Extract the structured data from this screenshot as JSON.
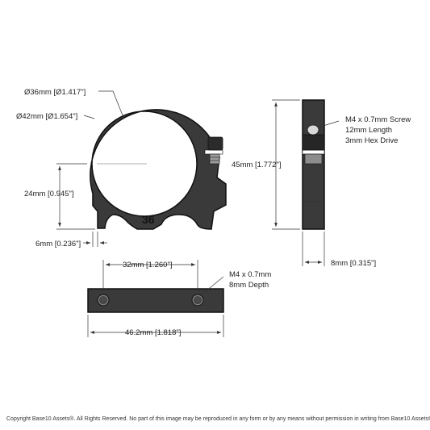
{
  "part_label": "36",
  "dimensions": {
    "inner_diameter": "Ø36mm [Ø1.417\"]",
    "outer_diameter": "Ø42mm [Ø1.654\"]",
    "center_height": "24mm [0.945\"]",
    "base_ledge": "6mm [0.236\"]",
    "total_height": "45mm [1.772\"]",
    "thickness": "8mm [0.315\"]",
    "hole_spacing": "32mm [1.260\"]",
    "total_width": "46.2mm [1.818\"]"
  },
  "callouts": {
    "clamp_screw": [
      "M4 x 0.7mm Screw",
      "12mm Length",
      "3mm Hex Drive"
    ],
    "mount_holes": [
      "M4 x 0.7mm",
      "8mm Depth"
    ]
  },
  "copyright": "Copyright Base10 Assets®.  All Rights Reserved. No part of this image may be reproduced in any form or by any means without permission in writing from Base10 Assets®.",
  "colors": {
    "part_fill": "#3a3a3a",
    "part_dark": "#1e1e1e",
    "outline": "#111111",
    "dimension_line": "#333333"
  }
}
